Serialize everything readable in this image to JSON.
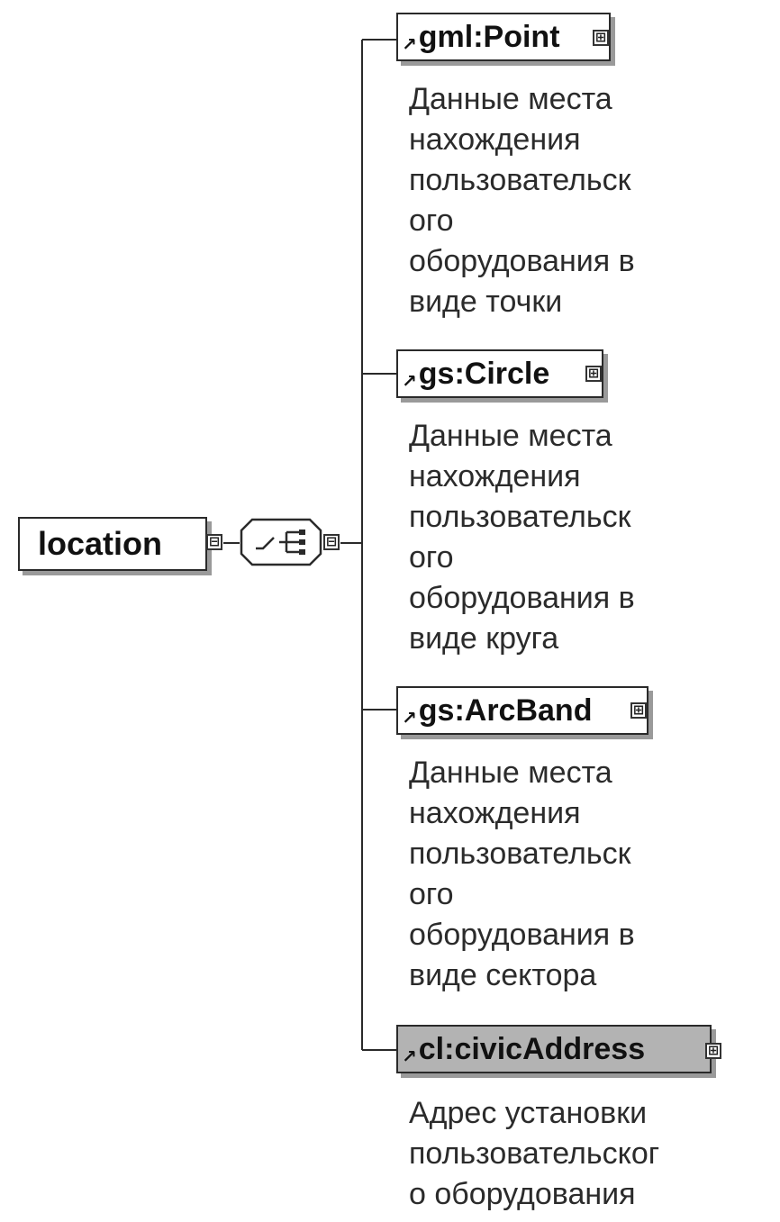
{
  "root": {
    "label": "location",
    "toggle": "⊟"
  },
  "compositor": {
    "type": "choice",
    "toggle": "⊟"
  },
  "children": [
    {
      "label": "gml:Point",
      "toggle": "⊞",
      "highlight": false,
      "description": "Данные места\nнахождения\nпользовательск\nого\nоборудования в\nвиде точки"
    },
    {
      "label": "gs:Circle",
      "toggle": "⊞",
      "highlight": false,
      "description": "Данные места\nнахождения\nпользовательск\nого\nоборудования в\nвиде круга"
    },
    {
      "label": "gs:ArcBand",
      "toggle": "⊞",
      "highlight": false,
      "description": "Данные места\nнахождения\nпользовательск\nого\nоборудования в\nвиде сектора"
    },
    {
      "label": "cl:civicAddress",
      "toggle": "⊞",
      "highlight": true,
      "description": "Адрес установки\nпользовательског\nо оборудования"
    }
  ],
  "colors": {
    "line": "#2a2a2a",
    "shadow": "#9a9a9a",
    "highlight_fill": "#b3b3b3"
  }
}
